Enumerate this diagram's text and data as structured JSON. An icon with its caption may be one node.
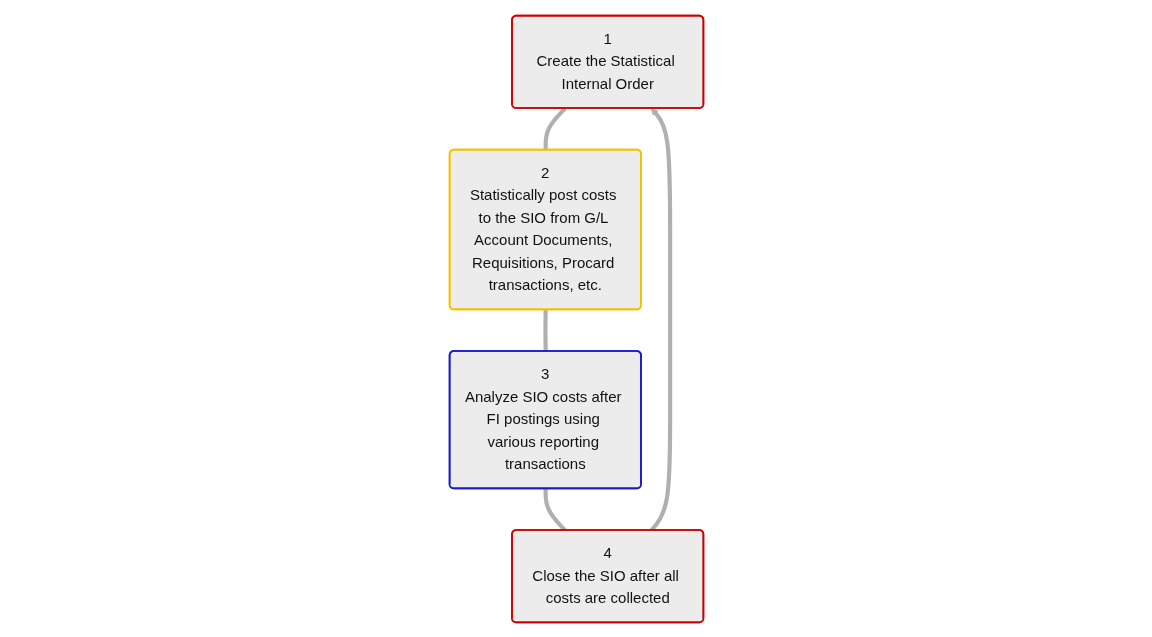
{
  "diagram": {
    "nodes": [
      {
        "text": [
          "1",
          "Create the Statistical Internal Order"
        ]
      },
      {
        "text": [
          "2",
          "Statistically post costs to the SIO from G/L Account Documents, Requisitions, Procard transactions, etc."
        ]
      },
      {
        "text": [
          "3",
          "Analyze SIO costs after FI postings using various reporting transactions"
        ]
      },
      {
        "text": [
          "4",
          "Close the SIO after all costs are collected"
        ]
      }
    ],
    "edges": [
      {
        "from": 0,
        "to": 1,
        "arrow": "none"
      },
      {
        "from": 1,
        "to": 2,
        "arrow": "none"
      },
      {
        "from": 2,
        "to": 3,
        "arrow": "none"
      },
      {
        "from": 3,
        "to": 0,
        "arrow": "to"
      }
    ]
  }
}
